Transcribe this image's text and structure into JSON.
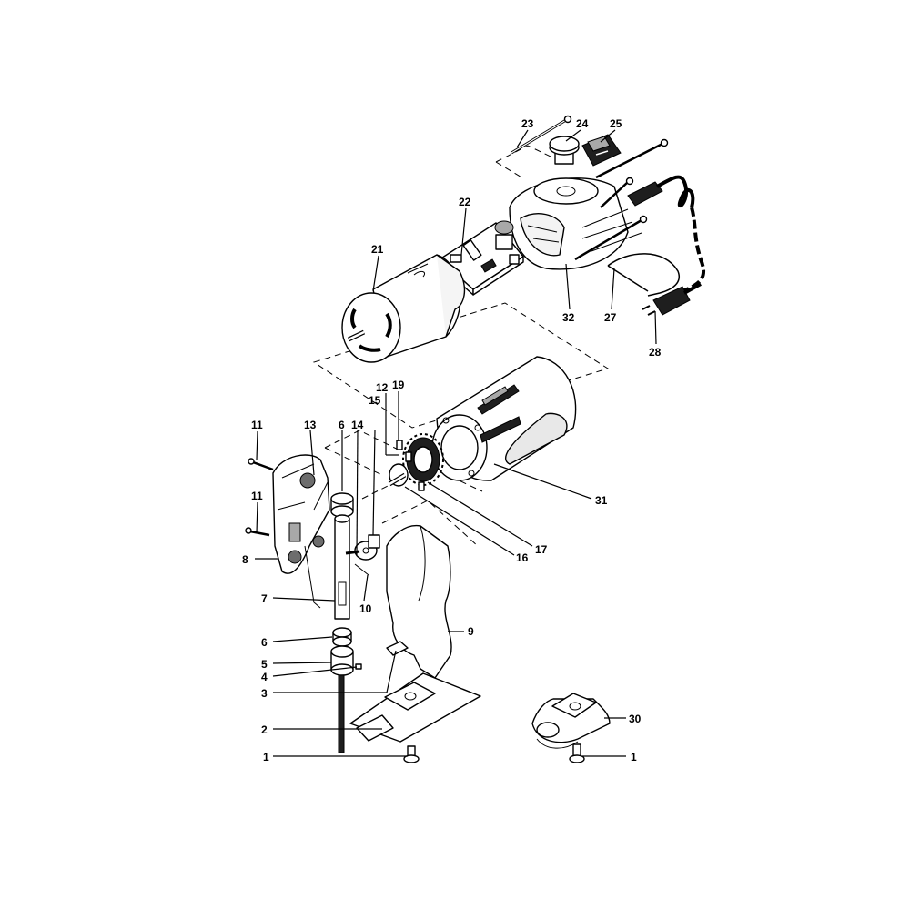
{
  "diagram": {
    "callouts": [
      {
        "id": "c23",
        "text": "23"
      },
      {
        "id": "c24",
        "text": "24"
      },
      {
        "id": "c25",
        "text": "25"
      },
      {
        "id": "c22",
        "text": "22"
      },
      {
        "id": "c21",
        "text": "21"
      },
      {
        "id": "c32",
        "text": "32"
      },
      {
        "id": "c27",
        "text": "27"
      },
      {
        "id": "c28",
        "text": "28"
      },
      {
        "id": "c12",
        "text": "12"
      },
      {
        "id": "c19",
        "text": "19"
      },
      {
        "id": "c11a",
        "text": "11"
      },
      {
        "id": "c13",
        "text": "13"
      },
      {
        "id": "c6a",
        "text": "6"
      },
      {
        "id": "c14",
        "text": "14"
      },
      {
        "id": "c15",
        "text": "15"
      },
      {
        "id": "c31",
        "text": "31"
      },
      {
        "id": "c11b",
        "text": "11"
      },
      {
        "id": "c8",
        "text": "8"
      },
      {
        "id": "c17",
        "text": "17"
      },
      {
        "id": "c16",
        "text": "16"
      },
      {
        "id": "c7",
        "text": "7"
      },
      {
        "id": "c10",
        "text": "10"
      },
      {
        "id": "c9",
        "text": "9"
      },
      {
        "id": "c6b",
        "text": "6"
      },
      {
        "id": "c5",
        "text": "5"
      },
      {
        "id": "c4",
        "text": "4"
      },
      {
        "id": "c3",
        "text": "3"
      },
      {
        "id": "c30",
        "text": "30"
      },
      {
        "id": "c2",
        "text": "2"
      },
      {
        "id": "c1a",
        "text": "1"
      },
      {
        "id": "c1b",
        "text": "1"
      }
    ]
  }
}
